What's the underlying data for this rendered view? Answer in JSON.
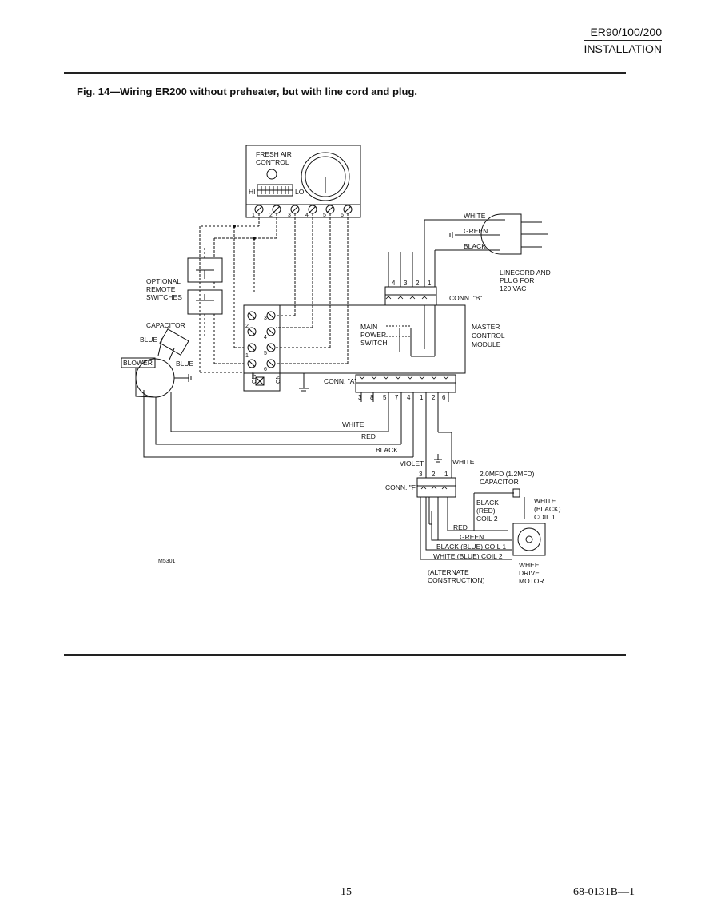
{
  "header": {
    "model": "ER90/100/200",
    "section": "INSTALLATION"
  },
  "figure": {
    "caption": "Fig. 14—Wiring ER200 without preheater, but with line cord and plug.",
    "fresh_air": {
      "line1": "FRESH AIR",
      "line2": "CONTROL",
      "hi": "HI",
      "lo": "LO",
      "terminals": [
        "1",
        "2",
        "3",
        "4",
        "5",
        "6"
      ]
    },
    "optional_switches": {
      "line1": "OPTIONAL",
      "line2": "REMOTE",
      "line3": "SWITCHES"
    },
    "capacitor": "CAPACITOR",
    "blower": "BLOWER",
    "blue_1": "BLUE",
    "blue_2": "BLUE",
    "switch_terminals": [
      "3",
      "4",
      "5",
      "6",
      "2",
      "1"
    ],
    "off": "OFF",
    "on": "ON",
    "main_power": {
      "line1": "MAIN",
      "line2": "POWER",
      "line3": "SWITCH"
    },
    "master_module": {
      "line1": "MASTER",
      "line2": "CONTROL",
      "line3": "MODULE"
    },
    "conn_a": "CONN. \"A\"",
    "conn_a_pins": [
      "3",
      "8",
      "5",
      "7",
      "4",
      "1",
      "2",
      "6"
    ],
    "conn_b": "CONN. \"B\"",
    "conn_b_pins": [
      "4",
      "3",
      "2",
      "1"
    ],
    "plug_wires": {
      "white": "WHITE",
      "green": "GREEN",
      "black": "BLACK"
    },
    "linecord": {
      "line1": "LINECORD AND",
      "line2": "PLUG FOR",
      "line3": "120 VAC"
    },
    "wires": {
      "white": "WHITE",
      "red": "RED",
      "black": "BLACK"
    },
    "conn_f_area": {
      "violet": "VIOLET",
      "white": "WHITE",
      "pins": [
        "3",
        "2",
        "1"
      ],
      "conn_f": "CONN. \"F\""
    },
    "motor_cap": {
      "line1": "2.0MFD (1.2MFD)",
      "line2": "CAPACITOR"
    },
    "coil2": {
      "line1": "BLACK",
      "line2": "(RED)",
      "line3": "COIL 2"
    },
    "coil1": {
      "line1": "WHITE",
      "line2": "(BLACK)",
      "line3": "COIL 1"
    },
    "motor_wires": {
      "red": "RED",
      "green": "GREEN",
      "black_blue": "BLACK (BLUE) COIL 1",
      "white_blue": "WHITE (BLUE) COIL 2"
    },
    "alternate": {
      "line1": "(ALTERNATE",
      "line2": "CONSTRUCTION)"
    },
    "wheel_motor": {
      "line1": "WHEEL",
      "line2": "DRIVE",
      "line3": "MOTOR"
    },
    "code": "M5301"
  },
  "footer": {
    "page": "15",
    "doc": "68-0131B—1"
  }
}
